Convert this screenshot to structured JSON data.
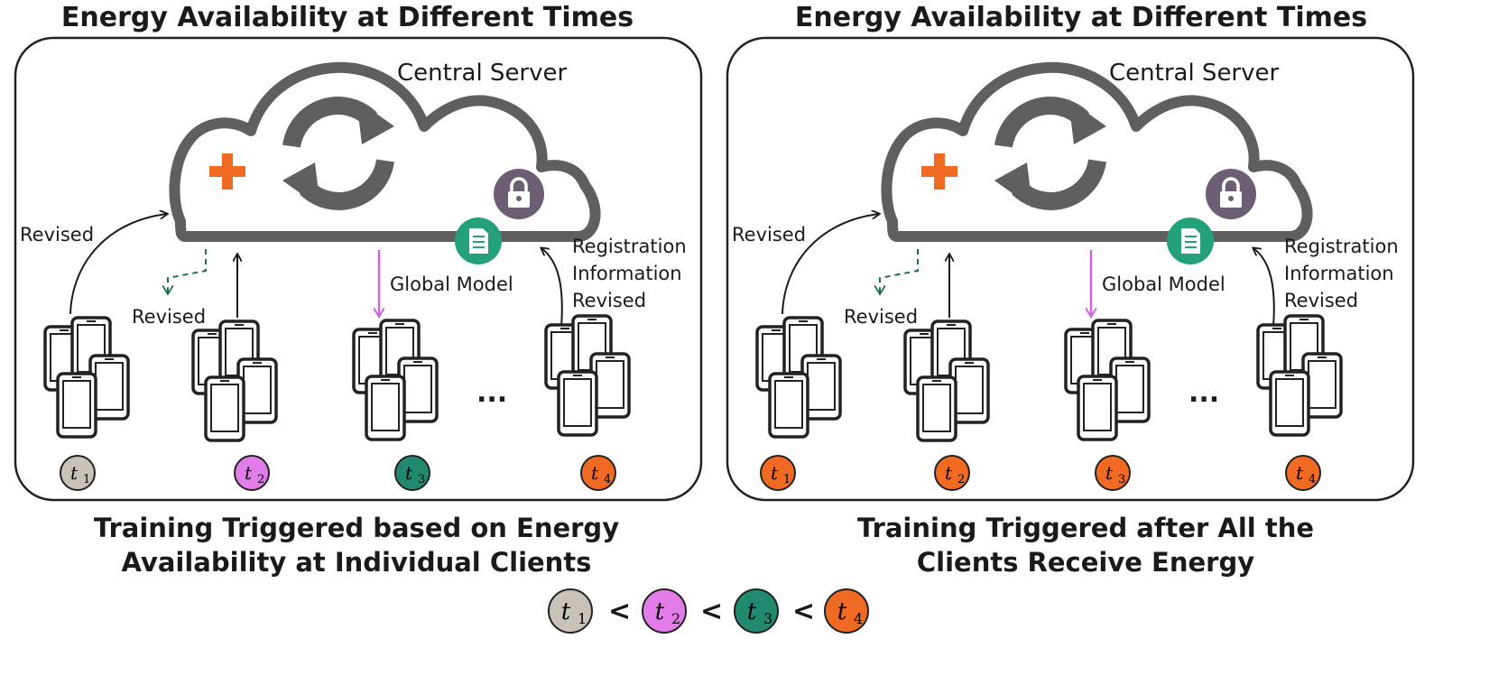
{
  "panels": [
    {
      "title": "Energy Availability at Different Times",
      "server_label": "Central Server",
      "left_revised": "Revised",
      "dashed_revised": "Revised",
      "global_model": "Global Model",
      "registration": [
        "Registration",
        "Information",
        "Revised"
      ],
      "caption": [
        "Training Triggered based on Energy",
        "Availability at Individual Clients"
      ],
      "time_labels": [
        "t1",
        "t2",
        "t3",
        "t4"
      ],
      "time_colors": [
        "#c8c2b8",
        "#e27ce8",
        "#218a6e",
        "#f06a24"
      ]
    },
    {
      "title": "Energy Availability at Different Times",
      "server_label": "Central Server",
      "left_revised": "Revised",
      "dashed_revised": "Revised",
      "global_model": "Global Model",
      "registration": [
        "Registration",
        "Information",
        "Revised"
      ],
      "caption": [
        "Training Triggered after All the",
        "Clients Receive Energy"
      ],
      "time_labels": [
        "t1",
        "t2",
        "t3",
        "t4"
      ],
      "time_colors": [
        "#f06a24",
        "#f06a24",
        "#f06a24",
        "#f06a24"
      ]
    }
  ],
  "ellipsis": "...",
  "legend": {
    "items": [
      "t1",
      "t2",
      "t3",
      "t4"
    ],
    "colors": [
      "#c8c2b8",
      "#e27ce8",
      "#218a6e",
      "#f06a24"
    ],
    "separator": "<"
  },
  "colors": {
    "cloud_outline": "#5f5f5f",
    "plus": "#f06a24",
    "lock_bg": "#6d5f73",
    "doc_bg": "#24a07a",
    "global_arrow": "#cc66e0",
    "dashed_arrow": "#1f6b54"
  },
  "icons": [
    "cloud-icon",
    "refresh-icon",
    "plus-icon",
    "lock-icon",
    "document-icon",
    "phone-icon"
  ]
}
